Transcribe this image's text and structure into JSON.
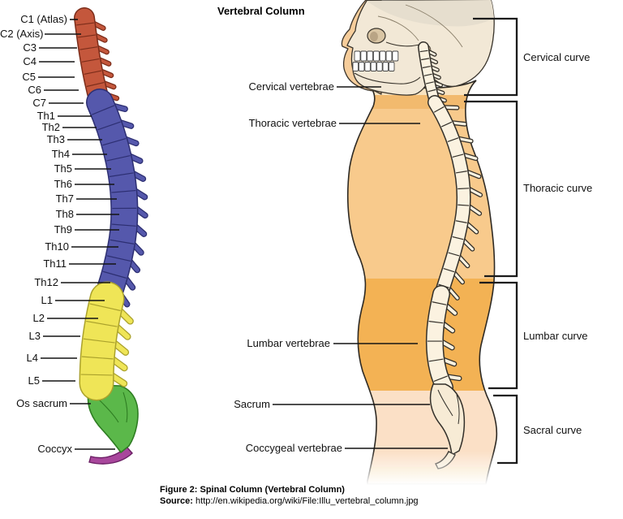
{
  "figure": {
    "title": "Vertebral Column",
    "caption_title": "Figure 2: Spinal Column (Vertebral Column)",
    "source_label": "Source:",
    "source_url": "http://en.wikipedia.org/wiki/File:Illu_vertebral_column.jpg"
  },
  "left_figure": {
    "labels": [
      "C1 (Atlas)",
      "C2 (Axis)",
      "C3",
      "C4",
      "C5",
      "C6",
      "C7",
      "Th1",
      "Th2",
      "Th3",
      "Th4",
      "Th5",
      "Th6",
      "Th7",
      "Th8",
      "Th9",
      "Th10",
      "Th11",
      "Th12",
      "L1",
      "L2",
      "L3",
      "L4",
      "L5",
      "Os sacrum",
      "Coccyx"
    ],
    "segment_colors": {
      "cervical": {
        "fill": "#C4573C",
        "outline": "#7C2D1A"
      },
      "thoracic": {
        "fill": "#5558AC",
        "outline": "#2D2F72"
      },
      "lumbar": {
        "fill": "#EFE557",
        "outline": "#ABA22C"
      },
      "sacrum": {
        "fill": "#5BB84A",
        "outline": "#2E7D22"
      },
      "coccyx": {
        "fill": "#A8479C",
        "outline": "#6B1F64"
      }
    }
  },
  "right_figure": {
    "labels": [
      "Cervical vertebrae",
      "Thoracic vertebrae",
      "Lumbar vertebrae",
      "Sacrum",
      "Coccygeal vertebrae"
    ],
    "curves": [
      "Cervical curve",
      "Thoracic curve",
      "Lumbar curve",
      "Sacral curve"
    ],
    "band_colors": {
      "cervical": "#F2BA6E",
      "thoracic": "#F8CA8C",
      "lumbar": "#F3B254",
      "sacral": "#FBE0C6"
    },
    "bone_color": "#FBF2E0",
    "skin_color": "#F8E3C0"
  }
}
